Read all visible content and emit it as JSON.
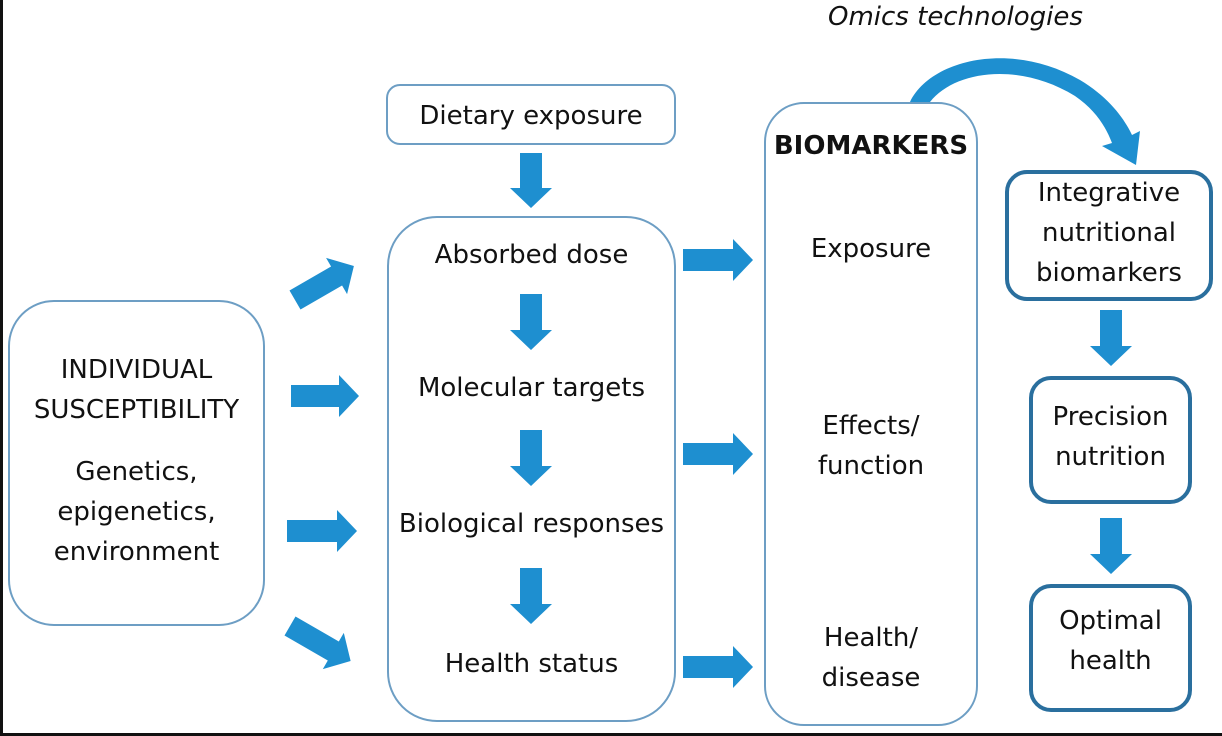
{
  "header": {
    "omics_label": "Omics technologies"
  },
  "colors": {
    "arrow": "#1e8fd0",
    "box_border": "#6d9ec4",
    "box_border_thick": "#2a6f9e"
  },
  "left_box": {
    "title_lines": [
      "INDIVIDUAL",
      "SUSCEPTIBILITY"
    ],
    "detail_lines": [
      "Genetics,",
      "epigenetics,",
      "environment"
    ]
  },
  "dietary_box": {
    "label": "Dietary exposure"
  },
  "pathway_box": {
    "steps": [
      "Absorbed dose",
      "Molecular targets",
      "Biological responses",
      "Health status"
    ]
  },
  "biomarkers_box": {
    "title": "BIOMARKERS",
    "items": [
      {
        "lines": [
          "Exposure"
        ]
      },
      {
        "lines": [
          "Effects/",
          "function"
        ]
      },
      {
        "lines": [
          "Health/",
          "disease"
        ]
      }
    ]
  },
  "right_column": {
    "boxes": [
      {
        "lines": [
          "Integrative",
          "nutritional",
          "biomarkers"
        ]
      },
      {
        "lines": [
          "Precision",
          "nutrition"
        ]
      },
      {
        "lines": [
          "Optimal",
          "health"
        ]
      }
    ]
  }
}
